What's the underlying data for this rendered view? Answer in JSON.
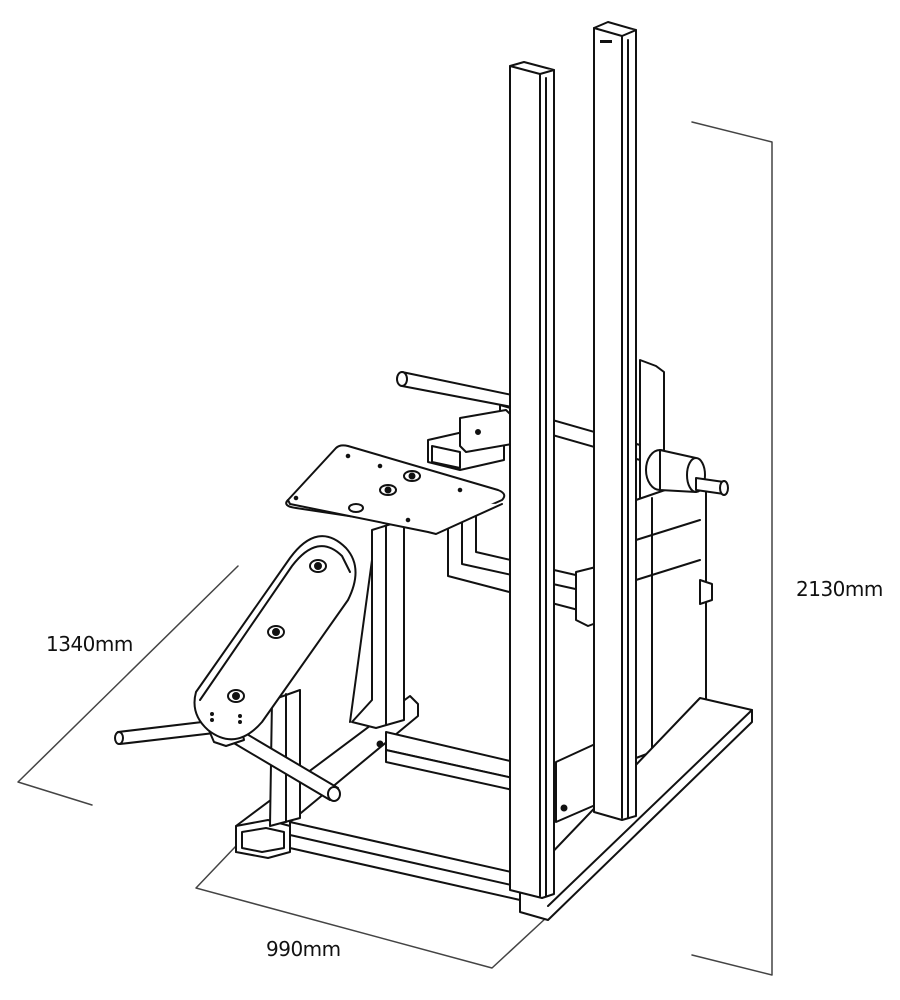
{
  "dimensions": {
    "depth": "1340mm",
    "width": "990mm",
    "height": "2130mm"
  },
  "colors": {
    "line": "#111111",
    "fill": "#ffffff",
    "dimension_line": "#444444"
  }
}
